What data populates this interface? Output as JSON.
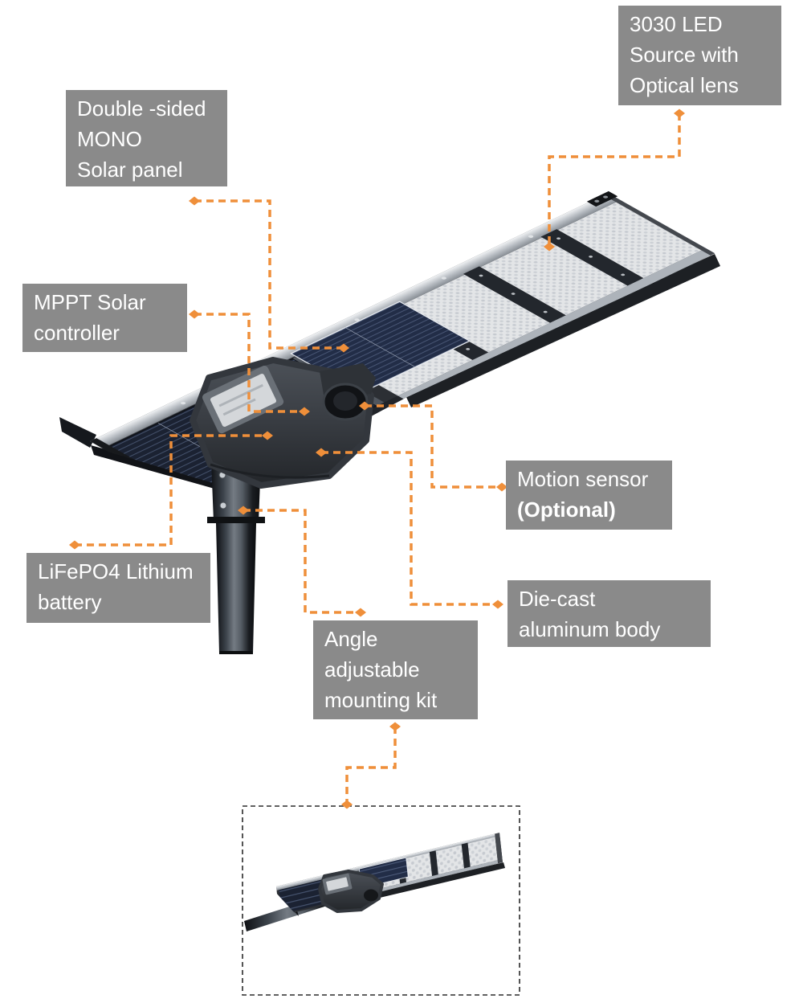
{
  "colors": {
    "label_bg": "#8a8a8a",
    "label_text": "#ffffff",
    "connector": "#ef8f3a",
    "inset_border": "#2b2b2b",
    "solar_panel": "#1b2232",
    "led_module": "#e3e5e7",
    "housing": "#3a3e44",
    "frame_silver": "#b9bec4"
  },
  "labels": {
    "led": {
      "lines": [
        "3030 LED",
        "Source with",
        "Optical lens"
      ]
    },
    "solar": {
      "lines": [
        "Double -sided",
        "MONO",
        "Solar panel"
      ]
    },
    "mppt": {
      "lines": [
        "MPPT Solar",
        "controller"
      ]
    },
    "motion": {
      "lines": [
        "Motion sensor",
        "(Optional)"
      ]
    },
    "battery": {
      "lines": [
        "LiFePO4 Lithium",
        "battery"
      ]
    },
    "body": {
      "lines": [
        "Die-cast",
        "aluminum body"
      ]
    },
    "mount": {
      "lines": [
        "Angle",
        "adjustable",
        "mounting kit"
      ]
    }
  }
}
